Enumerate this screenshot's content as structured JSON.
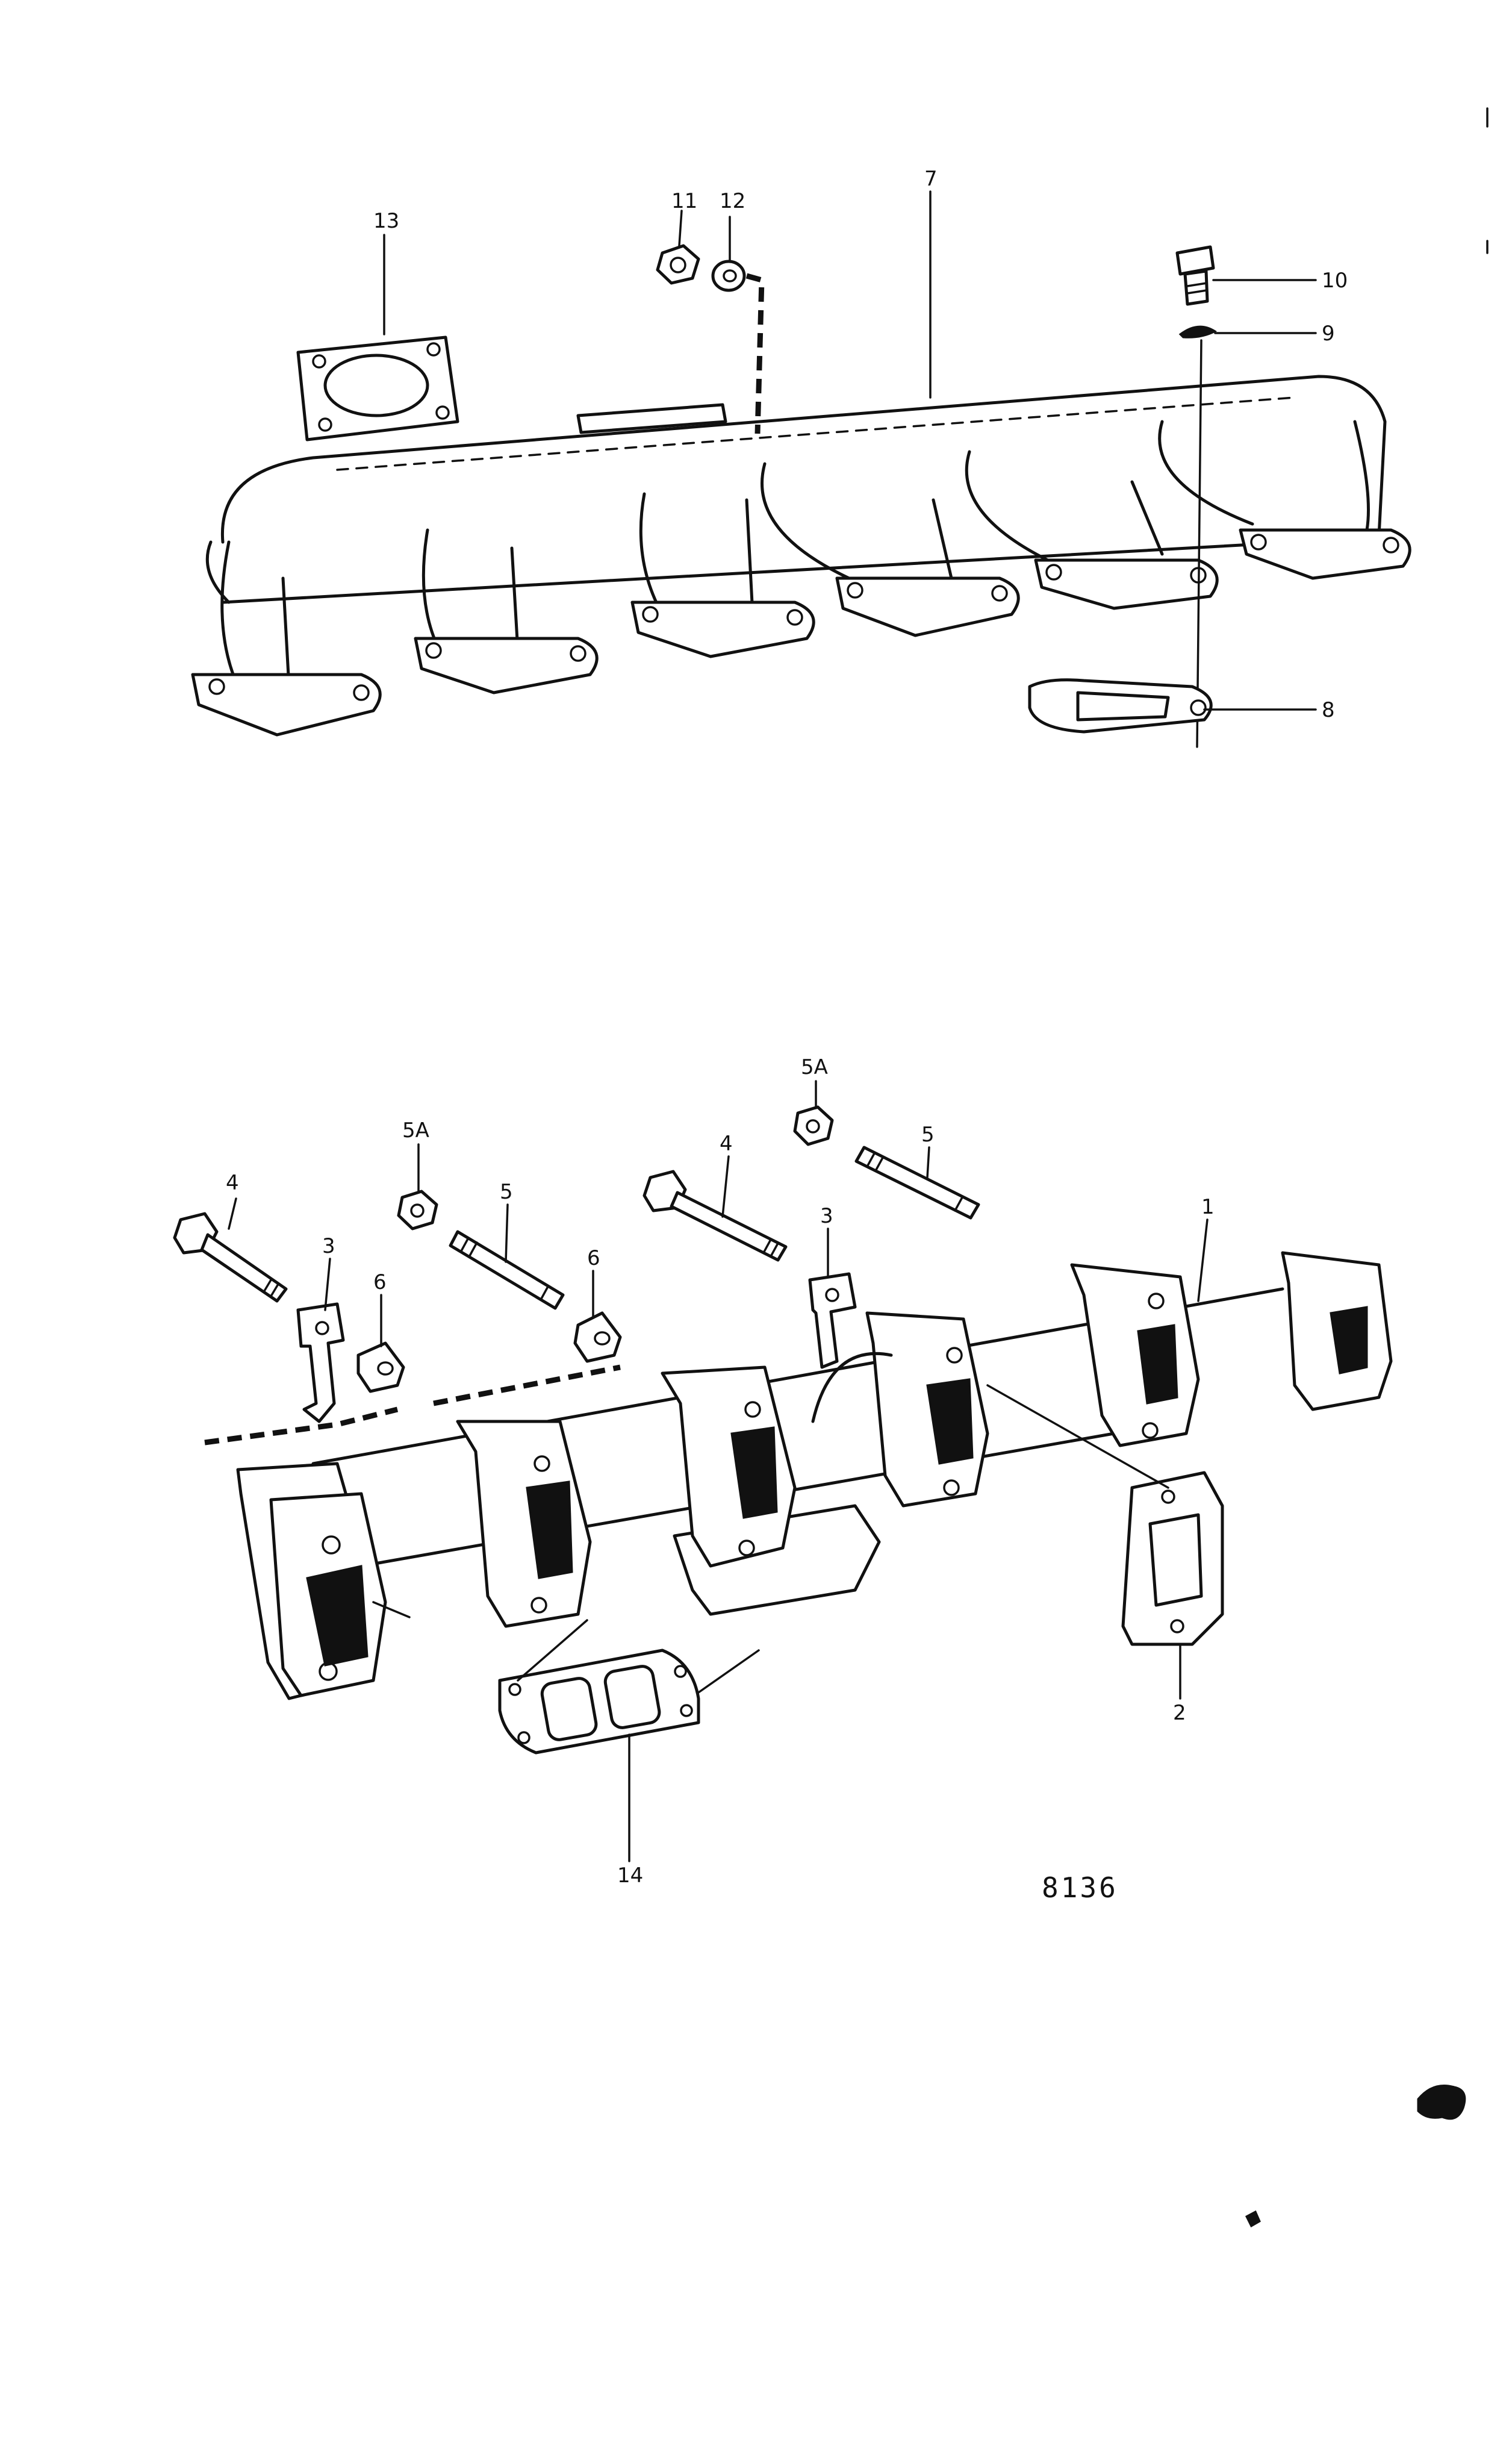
{
  "figure_number": "8136",
  "top_assembly": {
    "callouts": {
      "manifold": "7",
      "inlet_gasket": "13",
      "nut": "11",
      "washer_12": "12",
      "bolt": "10",
      "lock_washer": "9",
      "port_gasket": "8"
    }
  },
  "bottom_assembly": {
    "callouts": {
      "manifold": "1",
      "port_gasket": "2",
      "clamp_left": "3",
      "clamp_right": "3",
      "bolt_left": "4",
      "bolt_right": "4",
      "stud_left": "5",
      "stud_right": "5",
      "nut_left": "5A",
      "nut_right": "5A",
      "spacer": "6",
      "outlet_gasket": "14"
    }
  }
}
